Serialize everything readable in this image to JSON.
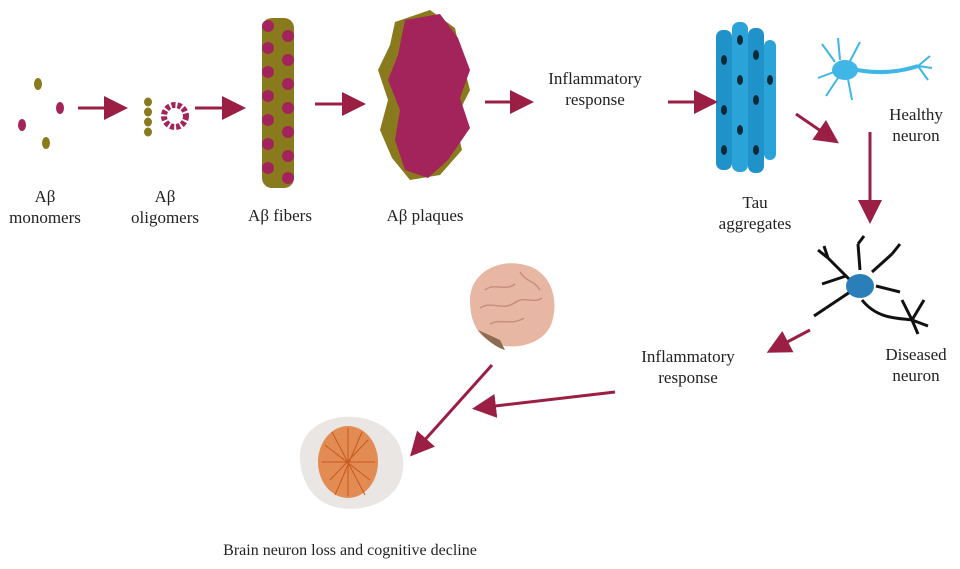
{
  "labels": {
    "monomers": "Aβ\nmonomers",
    "oligomers": "Aβ\noligomers",
    "fibers": "Aβ fibers",
    "plaques": "Aβ plaques",
    "inflammatory1": "Inflammatory\nresponse",
    "tau": "Tau\naggregates",
    "healthy": "Healthy\nneuron",
    "diseased": "Diseased\nneuron",
    "inflammatory2": "Inflammatory\nresponse",
    "decline": "Brain neuron loss and cognitive decline"
  },
  "colors": {
    "arrow": "#9b1f45",
    "amyloid_olive": "#8a7a1e",
    "amyloid_magenta": "#a3245a",
    "tau_blue": "#1f93c9",
    "neuron_blue": "#3fb6e6",
    "brain_pink": "#e8b7a3"
  }
}
